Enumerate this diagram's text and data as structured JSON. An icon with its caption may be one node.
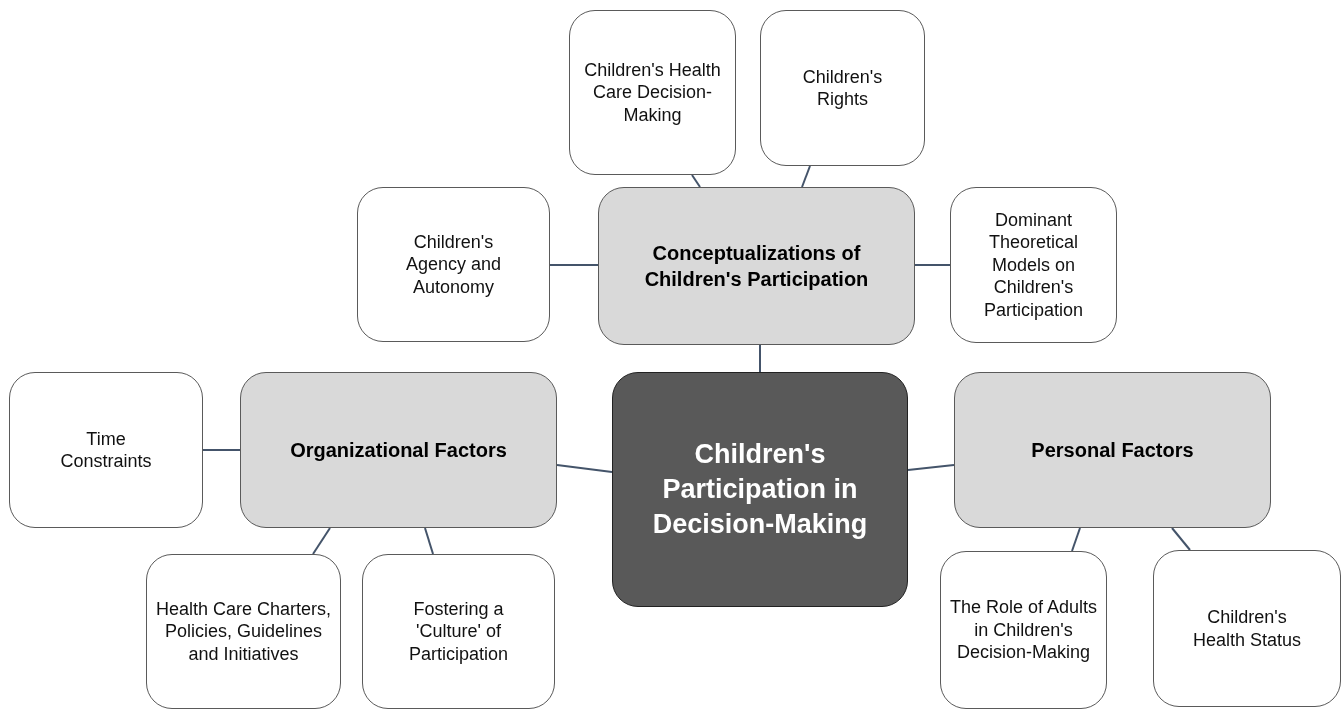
{
  "diagram": {
    "nodes": [
      {
        "text": [
          "Children's Participation in Decision-Making"
        ]
      },
      {
        "text": [
          "Conceptualizations of Children's Participation"
        ]
      },
      {
        "text": [
          "Organizational Factors"
        ]
      },
      {
        "text": [
          "Personal Factors"
        ]
      },
      {
        "text": [
          "Children's Health Care Decision-Making"
        ]
      },
      {
        "text": [
          "Children's Rights"
        ]
      },
      {
        "text": [
          "Children's Agency and Autonomy"
        ]
      },
      {
        "text": [
          "Dominant Theoretical Models on Children's Participation"
        ]
      },
      {
        "text": [
          "Time Constraints"
        ]
      },
      {
        "text": [
          "Health Care Charters, Policies, Guidelines and Initiatives"
        ]
      },
      {
        "text": [
          "Fostering a 'Culture' of Participation"
        ]
      },
      {
        "text": [
          "The Role of Adults in Children's Decision-Making"
        ]
      },
      {
        "text": [
          "Children's Health Status"
        ]
      }
    ],
    "edges": [
      {
        "from": 0,
        "to": 1,
        "arrow": "none"
      },
      {
        "from": 0,
        "to": 2,
        "arrow": "none"
      },
      {
        "from": 0,
        "to": 3,
        "arrow": "none"
      },
      {
        "from": 1,
        "to": 4,
        "arrow": "none"
      },
      {
        "from": 1,
        "to": 5,
        "arrow": "none"
      },
      {
        "from": 1,
        "to": 6,
        "arrow": "none"
      },
      {
        "from": 1,
        "to": 7,
        "arrow": "none"
      },
      {
        "from": 2,
        "to": 8,
        "arrow": "none"
      },
      {
        "from": 2,
        "to": 9,
        "arrow": "none"
      },
      {
        "from": 2,
        "to": 10,
        "arrow": "none"
      },
      {
        "from": 3,
        "to": 11,
        "arrow": "none"
      },
      {
        "from": 3,
        "to": 12,
        "arrow": "none"
      }
    ]
  }
}
